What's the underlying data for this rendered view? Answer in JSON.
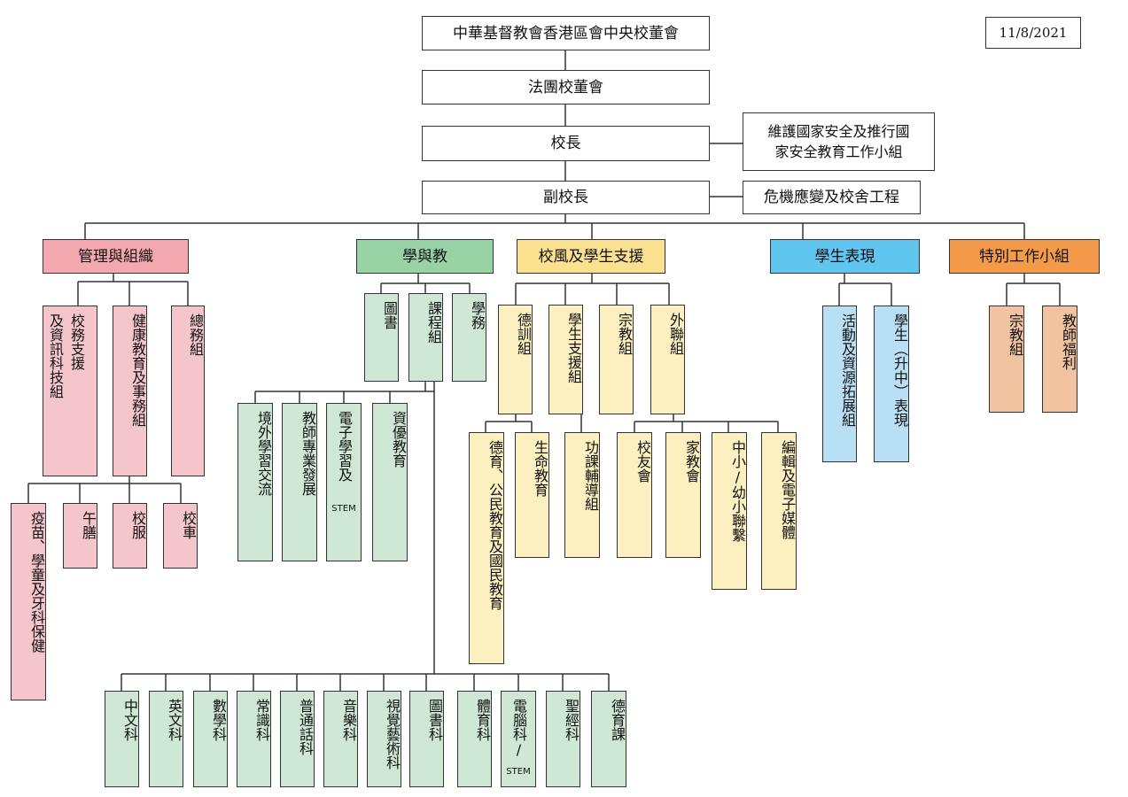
{
  "date": "11/8/2021",
  "top": {
    "council": "中華基督教會香港區會中央校董會",
    "board": "法團校董會",
    "principal": "校長",
    "vice_principal": "副校長"
  },
  "side": {
    "security_line1": "維護國家安全及推行國",
    "security_line2": "家安全教育工作小組",
    "crisis": "危機應變及校舍工程"
  },
  "groups": {
    "admin": "管理與組織",
    "teaching": "學與教",
    "support": "校風及學生支援",
    "performance": "學生表現",
    "special": "特別工作小組"
  },
  "admin": {
    "it_col1": "及資訊科技組",
    "it_col2": "校務支援",
    "health": "健康教育及事務組",
    "general": "總務組",
    "vaccine": "疫苗、學童及牙科保健",
    "lunch": "午膳",
    "uniform": "校服",
    "bus": "校車"
  },
  "teaching": {
    "library": "圖書",
    "curriculum": "課程組",
    "academic": "學務",
    "overseas": "境外學習交流",
    "professional": "教師專業發展",
    "elearning": "電子學習及",
    "elearning_stem": "STEM",
    "gifted": "資優教育"
  },
  "subjects": {
    "chinese": "中文科",
    "english": "英文科",
    "math": "數學科",
    "gs": "常識科",
    "putonghua": "普通話科",
    "music": "音樂科",
    "art": "視覺藝術科",
    "library": "圖書科",
    "pe": "體育科",
    "computer": "電腦科/",
    "computer_stem": "STEM",
    "bible": "聖經科",
    "moral": "德育課"
  },
  "support": {
    "discipline": "德訓組",
    "student_support": "學生支援組",
    "religion": "宗教組",
    "external": "外聯組",
    "civic": "德育、公民教育及國民教育",
    "life": "生命教育",
    "homework": "功課輔導組",
    "alumni": "校友會",
    "pta": "家教會",
    "liaison": "中小/幼小聯繫",
    "editorial": "編輯及電子媒體"
  },
  "performance": {
    "activities": "活動及資源拓展組",
    "progression": "學生（升中）表現"
  },
  "special": {
    "religion": "宗教組",
    "welfare": "教師福利"
  },
  "colors": {
    "admin": "#f3a7ae",
    "teaching": "#98d3a6",
    "support": "#fbe08f",
    "performance": "#60c6ef",
    "special": "#f39a4b"
  }
}
